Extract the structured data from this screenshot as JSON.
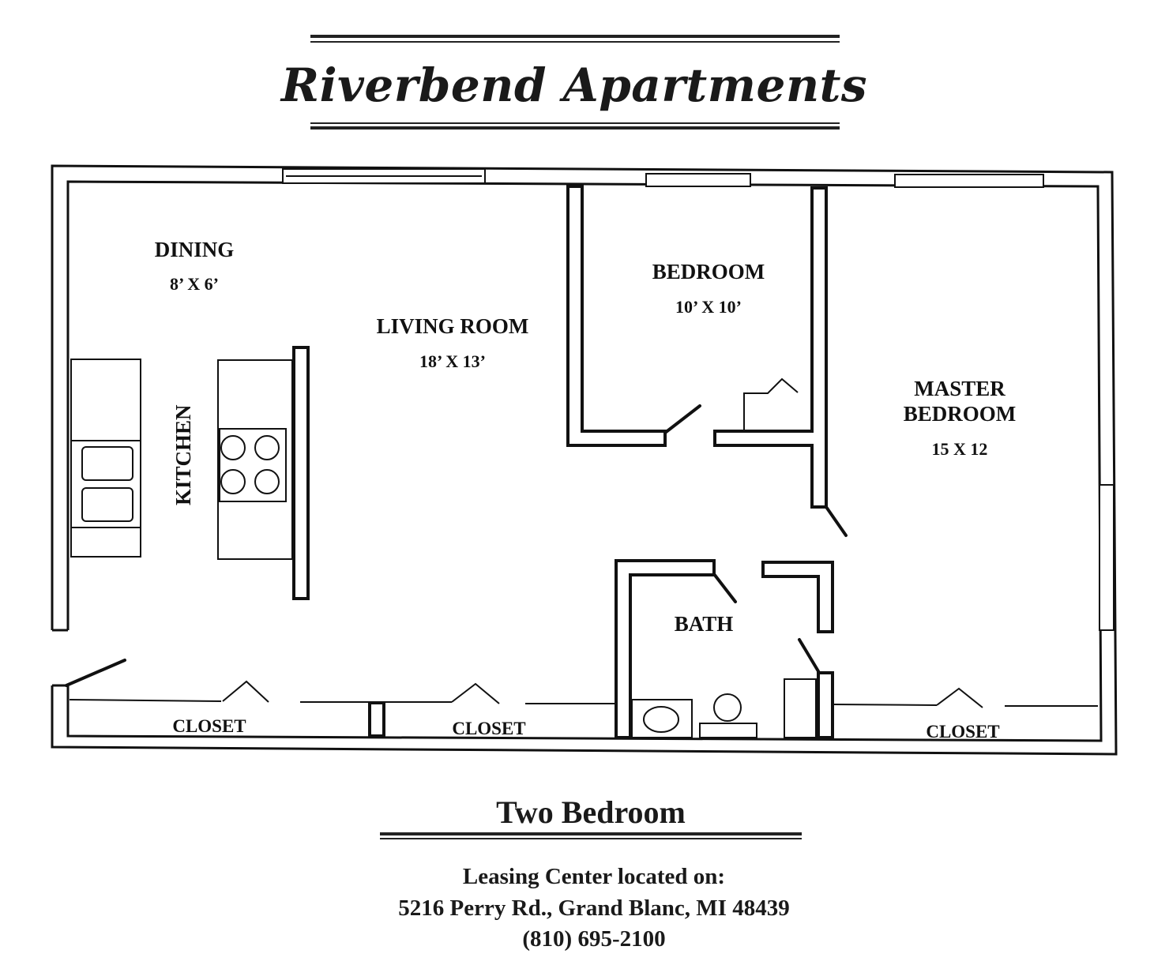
{
  "header": {
    "title": "Riverbend Apartments"
  },
  "rooms": {
    "dining": {
      "name": "DINING",
      "size": "8’ X 6’"
    },
    "living": {
      "name": "LIVING ROOM",
      "size": "18’ X 13’"
    },
    "bedroom": {
      "name": "BEDROOM",
      "size": "10’ X 10’"
    },
    "master": {
      "name_line1": "MASTER",
      "name_line2": "BEDROOM",
      "size": "15 X 12"
    },
    "kitchen": {
      "name": "KITCHEN"
    },
    "bath": {
      "name": "BATH"
    },
    "closet_label": "CLOSET"
  },
  "footer": {
    "plan_type": "Two Bedroom",
    "leasing_line": "Leasing Center located on:",
    "address": "5216 Perry Rd., Grand Blanc, MI 48439",
    "phone": "(810) 695-2100"
  }
}
